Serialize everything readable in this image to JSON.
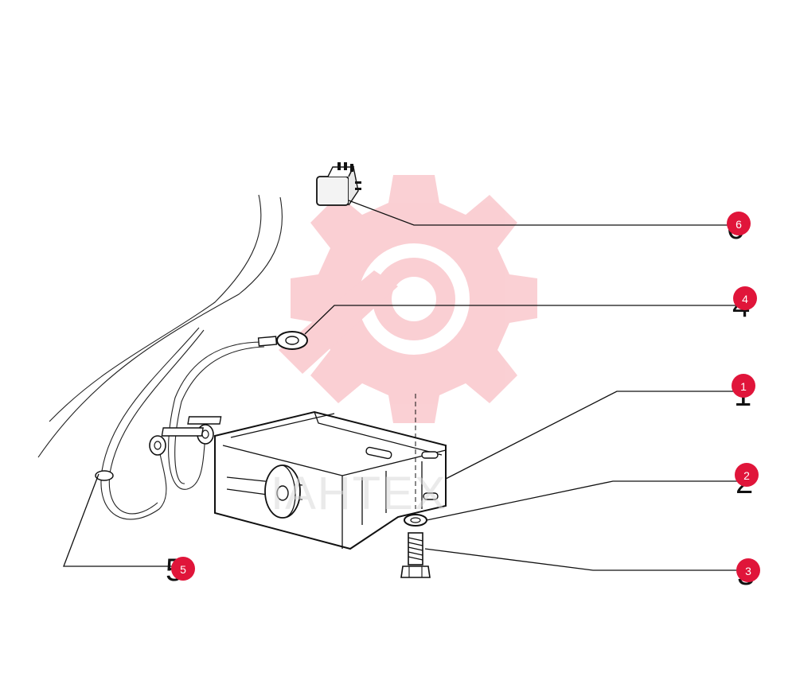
{
  "colors": {
    "marker": "#e0153a",
    "watermark": "#f6b8bf",
    "ink": "#111111"
  },
  "watermark": {
    "text": "IAHTEX",
    "icon": "gear-wrench-logo"
  },
  "callouts": [
    {
      "id": "6",
      "label": "6",
      "part": "relay"
    },
    {
      "id": "4",
      "label": "4",
      "part": "ring-terminal"
    },
    {
      "id": "1",
      "label": "1",
      "part": "buzzer-housing"
    },
    {
      "id": "2",
      "label": "2",
      "part": "washer"
    },
    {
      "id": "3",
      "label": "3",
      "part": "bolt"
    },
    {
      "id": "5",
      "label": "5",
      "part": "wire-harness-connector"
    }
  ]
}
